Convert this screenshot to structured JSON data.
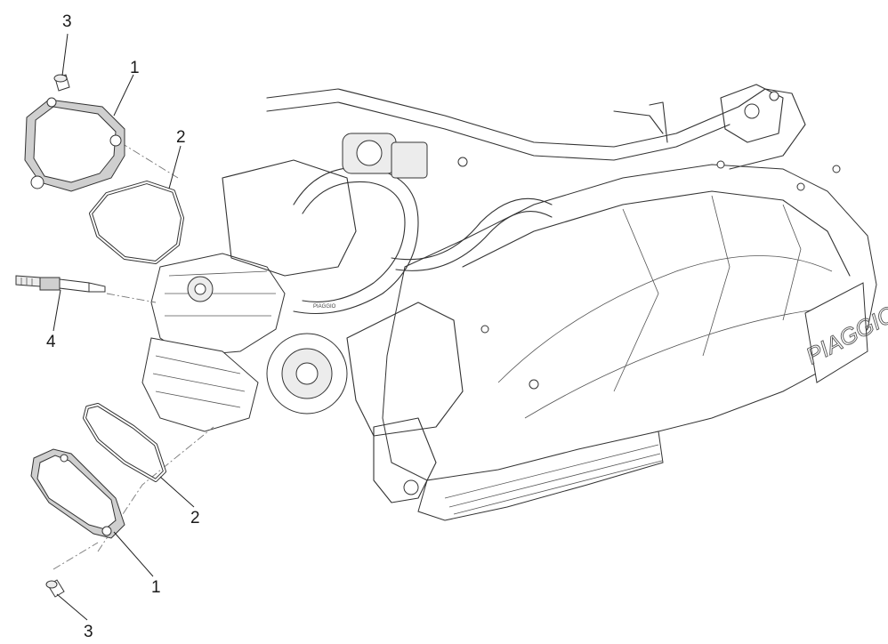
{
  "diagram": {
    "brand_logo": "PIAGGIO",
    "callouts": [
      {
        "id": "c3-top",
        "label": "3"
      },
      {
        "id": "c1-top",
        "label": "1"
      },
      {
        "id": "c2-top",
        "label": "2"
      },
      {
        "id": "c4",
        "label": "4"
      },
      {
        "id": "c2-bottom",
        "label": "2"
      },
      {
        "id": "c1-bottom",
        "label": "1"
      },
      {
        "id": "c3-bottom",
        "label": "3"
      }
    ],
    "parts": [
      {
        "number": "1",
        "name": "head-cover"
      },
      {
        "number": "2",
        "name": "gasket"
      },
      {
        "number": "3",
        "name": "screw"
      },
      {
        "number": "4",
        "name": "spark-plug"
      }
    ]
  }
}
